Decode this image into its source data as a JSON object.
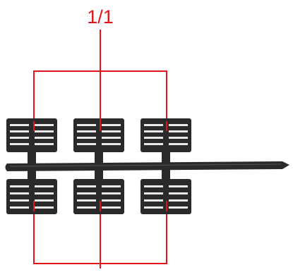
{
  "diagram": {
    "ratio_label": "1/1",
    "annotation_color": "#e0141a",
    "part_color": "#2a2a2a",
    "slot_color": "#e8e8e8",
    "part_count": 6,
    "part_rows": 2,
    "part_columns": 3
  }
}
